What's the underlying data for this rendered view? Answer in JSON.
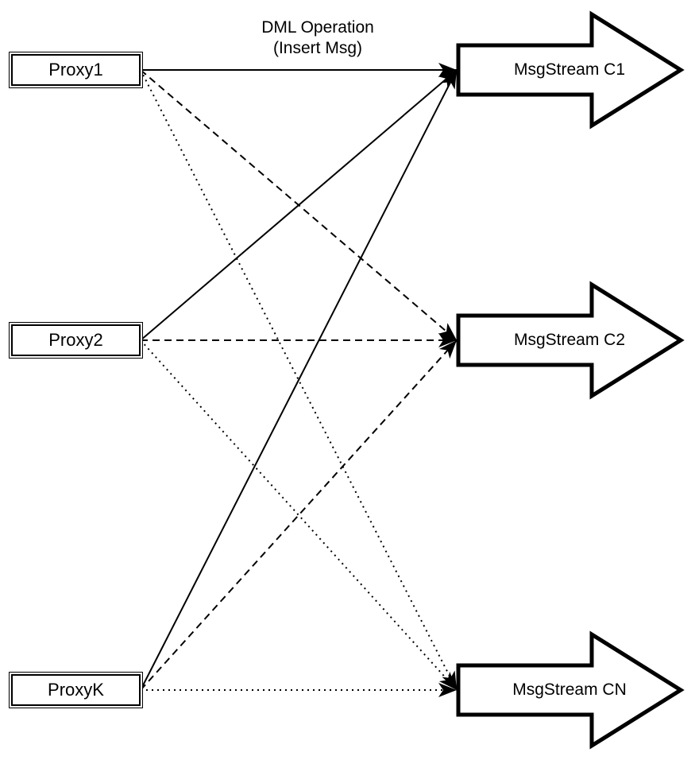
{
  "diagram": {
    "title_annotation": {
      "line1": "DML Operation",
      "line2": "(Insert Msg)"
    },
    "proxies": [
      {
        "id": "proxy1",
        "label": "Proxy1"
      },
      {
        "id": "proxy2",
        "label": "Proxy2"
      },
      {
        "id": "proxyk",
        "label": "ProxyK"
      }
    ],
    "streams": [
      {
        "id": "c1",
        "label": "MsgStream C1"
      },
      {
        "id": "c2",
        "label": "MsgStream C2"
      },
      {
        "id": "cn",
        "label": "MsgStream CN"
      }
    ],
    "edges": [
      {
        "from": "Proxy1",
        "to": "MsgStream C1",
        "style": "solid",
        "label": "DML Operation (Insert Msg)"
      },
      {
        "from": "Proxy1",
        "to": "MsgStream C2",
        "style": "dashed",
        "label": ""
      },
      {
        "from": "Proxy1",
        "to": "MsgStream CN",
        "style": "dotted",
        "label": ""
      },
      {
        "from": "Proxy2",
        "to": "MsgStream C1",
        "style": "solid",
        "label": ""
      },
      {
        "from": "Proxy2",
        "to": "MsgStream C2",
        "style": "dashed",
        "label": ""
      },
      {
        "from": "Proxy2",
        "to": "MsgStream CN",
        "style": "dotted",
        "label": ""
      },
      {
        "from": "ProxyK",
        "to": "MsgStream C1",
        "style": "solid",
        "label": ""
      },
      {
        "from": "ProxyK",
        "to": "MsgStream C2",
        "style": "dashed",
        "label": ""
      },
      {
        "from": "ProxyK",
        "to": "MsgStream CN",
        "style": "dotted",
        "label": ""
      }
    ],
    "colors": {
      "stroke": "#000000",
      "background": "#ffffff"
    }
  }
}
